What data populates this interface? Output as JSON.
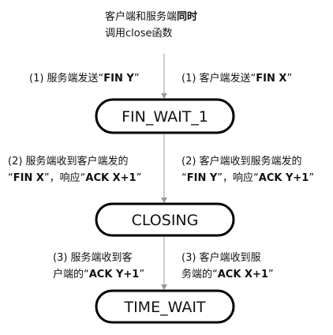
{
  "top_note": {
    "line1_regular": "客户端和服务端",
    "line1_bold": "同时",
    "line2": "调用close函数"
  },
  "states": [
    "FIN_WAIT_1",
    "CLOSING",
    "TIME_WAIT"
  ],
  "step1": {
    "left": {
      "prefix": "(1) ",
      "text": "服务端发送“",
      "code": "FIN Y",
      "suffix": "”"
    },
    "right": {
      "prefix": "(1) ",
      "text": "客户端发送“",
      "code": "FIN X",
      "suffix": "”"
    }
  },
  "step2": {
    "left": {
      "line1_prefix": "(2) ",
      "line1": "服务端收到客户端发的",
      "line2_open": "“",
      "line2_code1": "FIN X",
      "line2_mid": "”，响应“",
      "line2_code2": "ACK X+1",
      "line2_close": "”"
    },
    "right": {
      "line1_prefix": "(2) ",
      "line1": "客户端收到服务端发的",
      "line2_open": "“",
      "line2_code1": "FIN Y",
      "line2_mid": "”，响应“",
      "line2_code2": "ACK Y+1",
      "line2_close": "”"
    }
  },
  "step3": {
    "left": {
      "line1_prefix": "(3) ",
      "line1": "服务端收到客",
      "line2": "户端的“",
      "line2_code": "ACK Y+1",
      "line2_close": "”"
    },
    "right": {
      "line1_prefix": "(3) ",
      "line1": "客户端收到服",
      "line2": "务端的“",
      "line2_code": "ACK X+1",
      "line2_close": "”"
    }
  },
  "colors": {
    "line": "#999999",
    "box_border": "#000000",
    "text": "#111111"
  }
}
